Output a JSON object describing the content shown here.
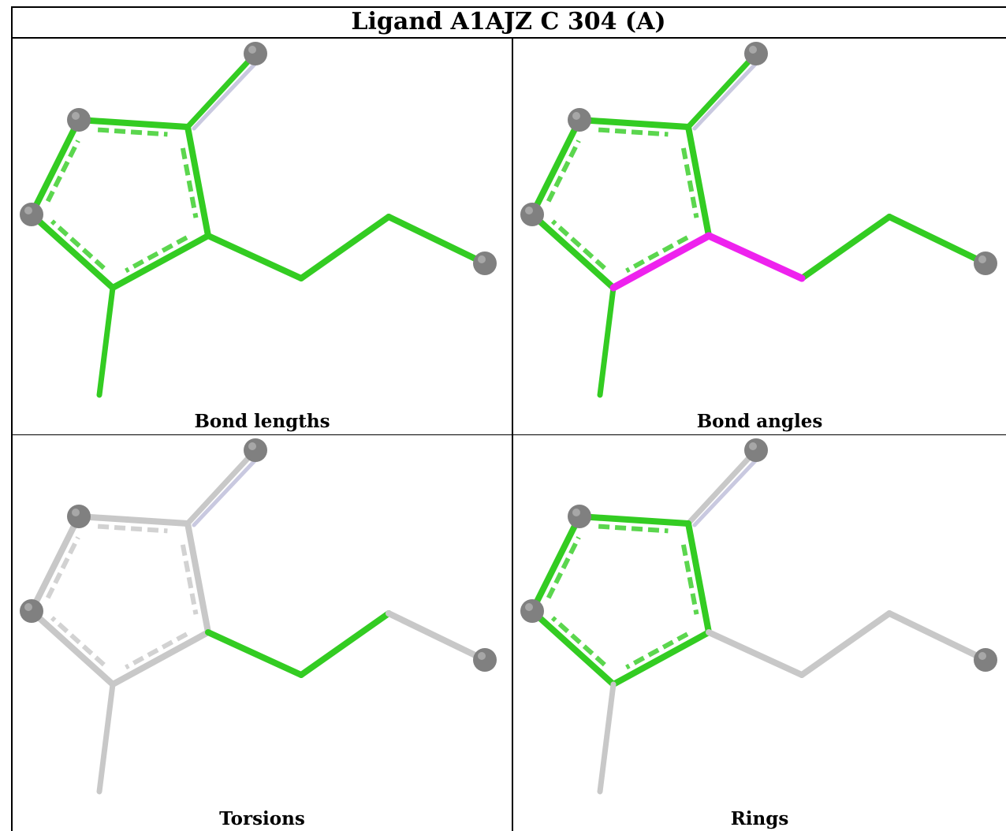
{
  "title": "Ligand A1AJZ C 304 (A)",
  "colors": {
    "highlight_green": "#33cc22",
    "outlier_magenta": "#ee22ee",
    "neutral_gray": "#c8c8c8",
    "atom_gray": "#808080"
  },
  "panels": [
    {
      "id": "bond-lengths",
      "caption": "Bond lengths",
      "ring": "green",
      "lower_methyl": "green",
      "chain_a": "green",
      "chain_b": "green",
      "ketone": "mixed",
      "angle_outlier": false
    },
    {
      "id": "bond-angles",
      "caption": "Bond angles",
      "ring": "green",
      "lower_methyl": "green",
      "chain_a": "green",
      "chain_b": "green",
      "ketone": "mixed",
      "angle_outlier": true
    },
    {
      "id": "torsions",
      "caption": "Torsions",
      "ring": "gray",
      "lower_methyl": "gray",
      "chain_a": "green",
      "chain_b": "gray",
      "ketone": "gray",
      "angle_outlier": false
    },
    {
      "id": "rings",
      "caption": "Rings",
      "ring": "green",
      "lower_methyl": "gray",
      "chain_a": "gray",
      "chain_b": "gray",
      "ketone": "gray",
      "angle_outlier": false
    }
  ]
}
